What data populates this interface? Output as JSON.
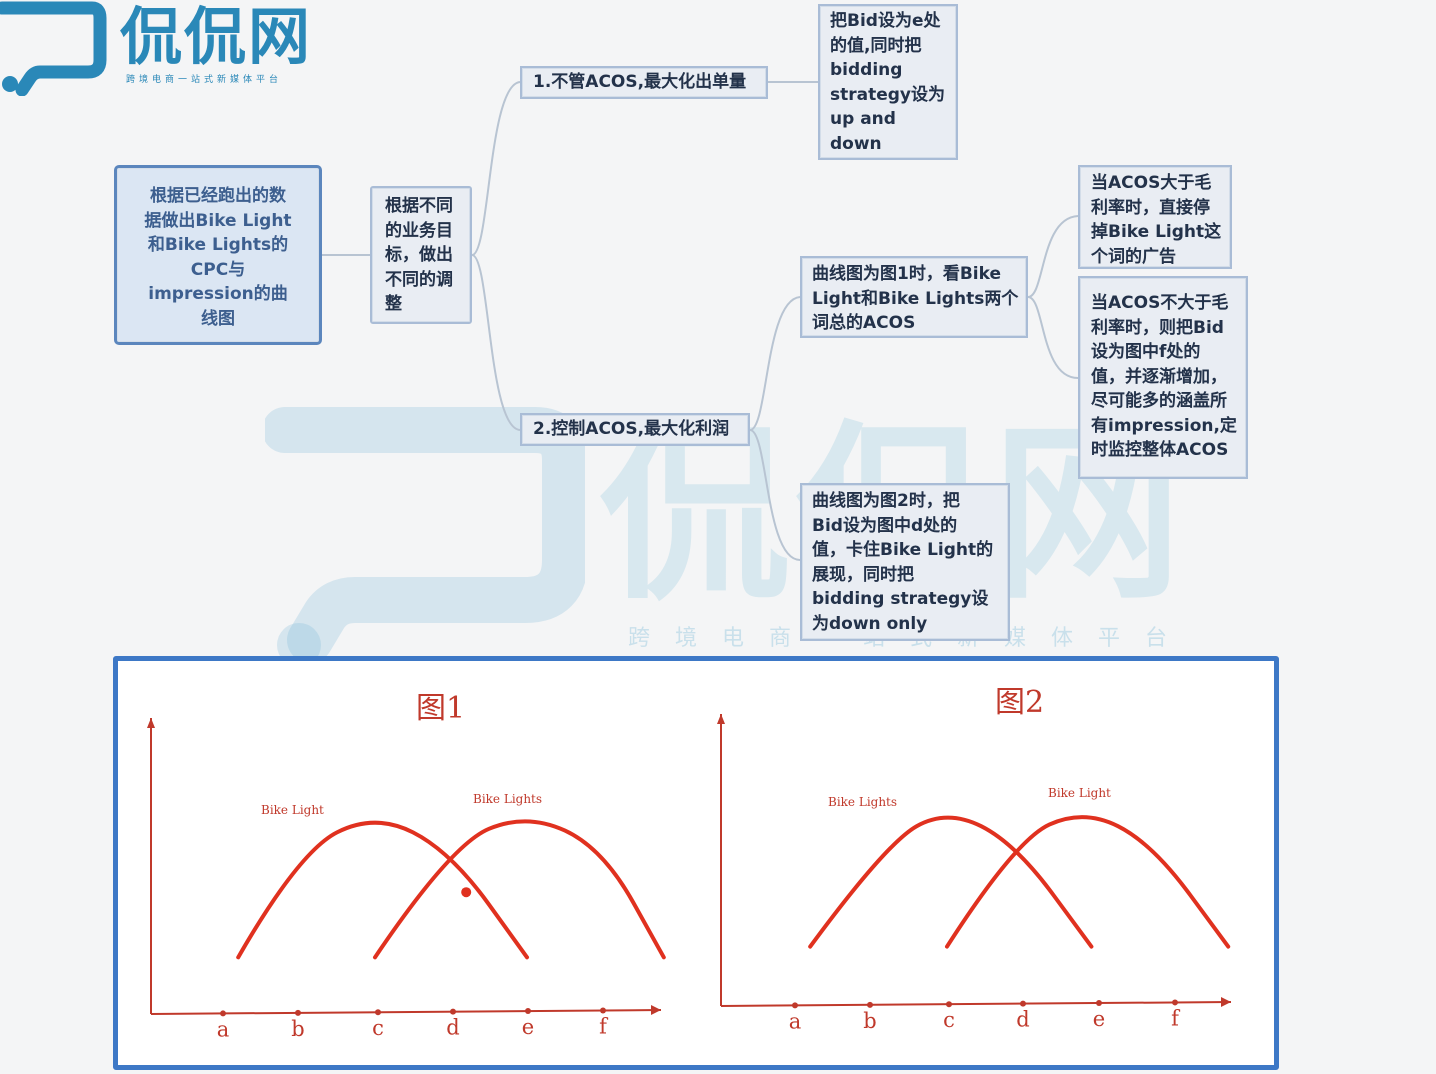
{
  "logo": {
    "name": "侃侃网",
    "tagline": "跨境电商一站式新媒体平台"
  },
  "watermark": {
    "name": "侃侃网",
    "tagline": "跨境电商一站式新媒体平台"
  },
  "mindmap": {
    "root": "根据已经跑出的数\n据做出Bike Light\n和Bike Lights的\nCPC与\nimpression的曲\n线图",
    "level1": "根据不同\n的业务目\n标，做出\n不同的调\n整",
    "branch1": {
      "label": "1.不管ACOS,最大化出单量",
      "child": "把Bid设为e处\n的值,同时把\nbidding\nstrategy设为\nup and\ndown"
    },
    "branch2": {
      "label": "2.控制ACOS,最大化利润",
      "case1": {
        "label": "曲线图为图1时，看Bike\nLight和Bike Lights两个\n词总的ACOS",
        "child_a": "当ACOS大于毛\n利率时，直接停\n掉Bike Light这\n个词的广告",
        "child_b": "当ACOS不大于毛\n利率时，则把Bid\n设为图中f处的\n值，并逐渐增加，\n尽可能多的涵盖所\n有impression,定\n时监控整体ACOS"
      },
      "case2": {
        "label": "曲线图为图2时，把\nBid设为图中d处的\n值，卡住Bike Light的\n展现，同时把\nbidding strategy设\n为down only"
      }
    }
  },
  "chart_data": [
    {
      "type": "line",
      "title": "图1",
      "x_ticks": [
        "a",
        "b",
        "c",
        "d",
        "e",
        "f"
      ],
      "series": [
        {
          "name": "Bike Light",
          "color": "#e0311f",
          "x": [
            0.2,
            1.0,
            2.0,
            3.0,
            4.0
          ],
          "y": [
            0.18,
            0.78,
            1.0,
            0.78,
            0.18
          ]
        },
        {
          "name": "Bike Lights",
          "color": "#e0311f",
          "x": [
            2.0,
            3.0,
            4.0,
            5.0,
            5.8
          ],
          "y": [
            0.18,
            0.82,
            1.0,
            0.8,
            0.18
          ]
        }
      ],
      "marker": {
        "x": 3.2,
        "y": 0.55,
        "color": "#e0311f"
      }
    },
    {
      "type": "line",
      "title": "图2",
      "x_ticks": [
        "a",
        "b",
        "c",
        "d",
        "e",
        "f"
      ],
      "series": [
        {
          "name": "Bike Lights",
          "color": "#e0311f",
          "x": [
            0.2,
            1.2,
            2.0,
            2.9,
            3.9
          ],
          "y": [
            0.2,
            0.8,
            1.0,
            0.8,
            0.2
          ]
        },
        {
          "name": "Bike Light",
          "color": "#e0311f",
          "x": [
            2.0,
            2.9,
            3.8,
            4.7,
            5.7
          ],
          "y": [
            0.2,
            0.82,
            1.0,
            0.8,
            0.2
          ]
        }
      ]
    }
  ]
}
